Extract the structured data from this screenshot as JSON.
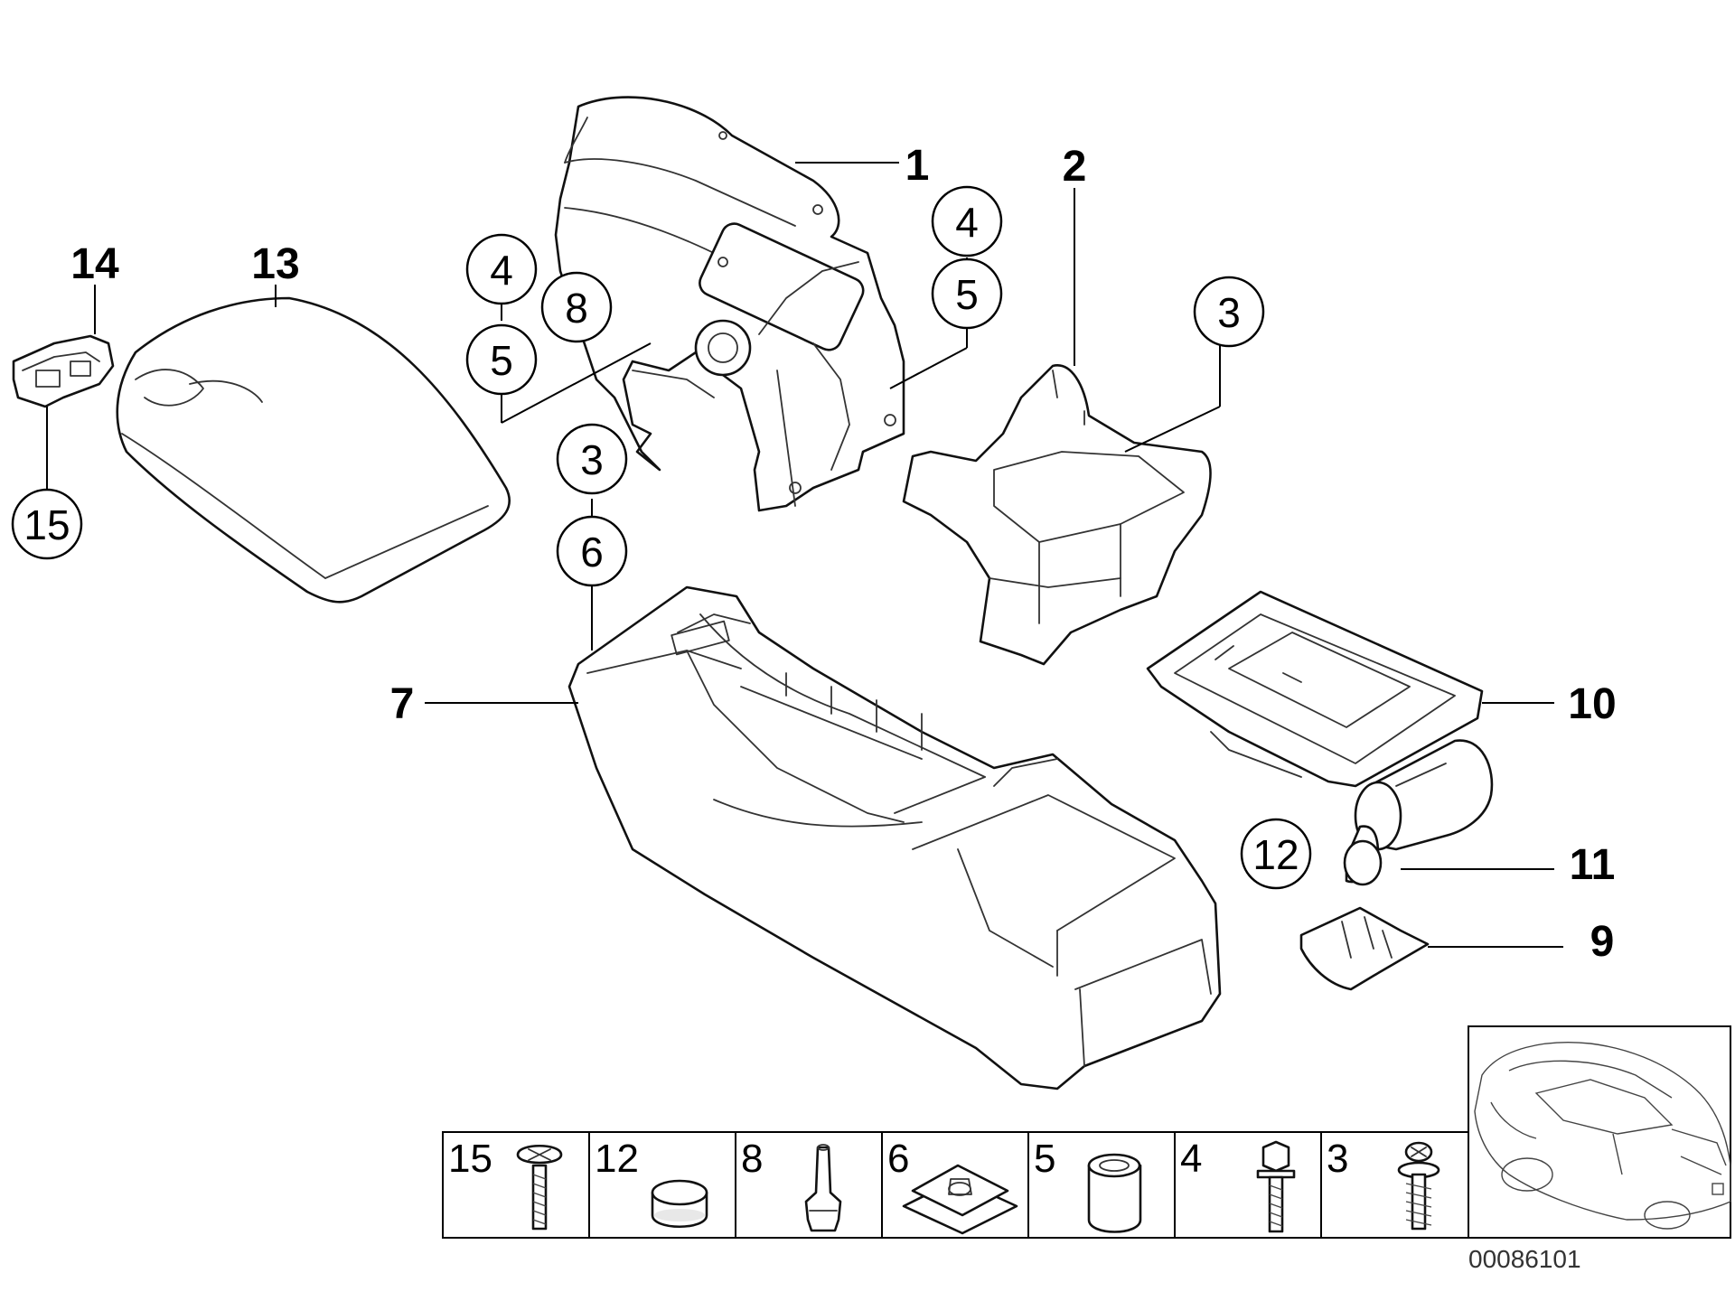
{
  "callouts": [
    {
      "id": "c1",
      "label": "1"
    },
    {
      "id": "c2",
      "label": "2"
    },
    {
      "id": "c7",
      "label": "7"
    },
    {
      "id": "c9",
      "label": "9"
    },
    {
      "id": "c10",
      "label": "10"
    },
    {
      "id": "c11",
      "label": "11"
    },
    {
      "id": "c13",
      "label": "13"
    },
    {
      "id": "c14",
      "label": "14"
    }
  ],
  "circled_callouts": [
    {
      "id": "cc4a",
      "label": "4"
    },
    {
      "id": "cc5a",
      "label": "5"
    },
    {
      "id": "cc4b",
      "label": "4"
    },
    {
      "id": "cc8",
      "label": "8"
    },
    {
      "id": "cc5b",
      "label": "5"
    },
    {
      "id": "cc3a",
      "label": "3"
    },
    {
      "id": "cc3b",
      "label": "3"
    },
    {
      "id": "cc6",
      "label": "6"
    },
    {
      "id": "cc15",
      "label": "15"
    },
    {
      "id": "cc12",
      "label": "12"
    }
  ],
  "hardware_table": [
    {
      "label": "15",
      "icon": "screw-icon"
    },
    {
      "label": "12",
      "icon": "plug-cap-icon"
    },
    {
      "label": "8",
      "icon": "stud-pin-icon"
    },
    {
      "label": "6",
      "icon": "clip-nut-icon"
    },
    {
      "label": "5",
      "icon": "sleeve-icon"
    },
    {
      "label": "4",
      "icon": "hex-bolt-icon"
    },
    {
      "label": "3",
      "icon": "washer-screw-icon"
    }
  ],
  "diagram_code": "00086101",
  "vehicle_thumbnail": "car-coupe-icon"
}
